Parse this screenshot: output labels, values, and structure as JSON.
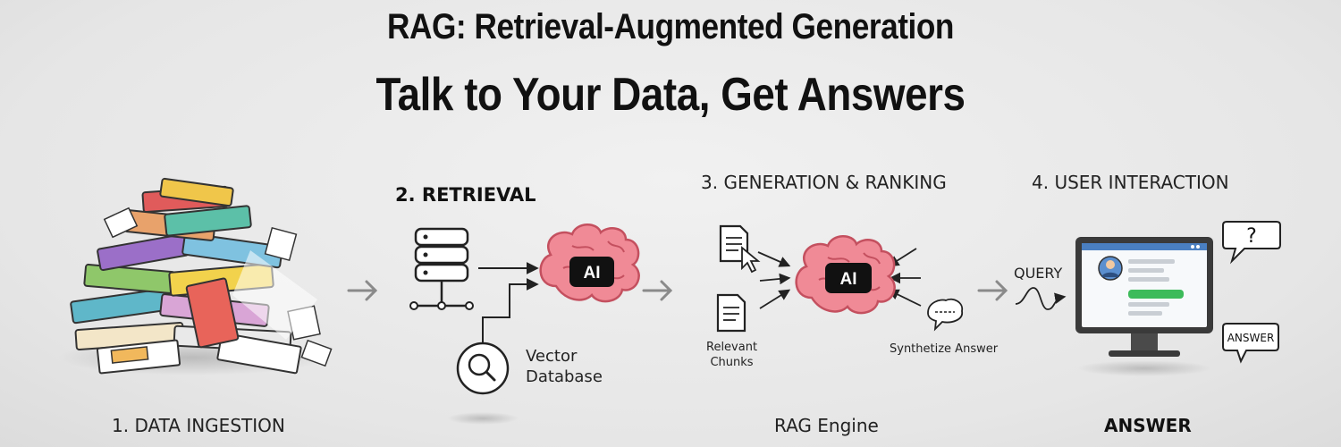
{
  "title": "RAG: Retrieval-Augmented Generation",
  "subtitle": "Talk to Your Data, Get Answers",
  "steps": {
    "ingestion": "1. DATA INGESTION",
    "retrieval": "2. RETRIEVAL",
    "generation": "3. GENERATION & RANKING",
    "interaction": "4. USER INTERACTION"
  },
  "retrieval": {
    "vector_db": "Vector\nDatabase",
    "ai_badge": "AI"
  },
  "generation": {
    "relevant_chunks": "Relevant\nChunks",
    "synthesize": "Synthetize Answer",
    "ai_badge": "AI",
    "engine": "RAG Engine"
  },
  "interaction": {
    "query": "QUERY",
    "question_mark": "?",
    "answer_bubble": "ANSWER",
    "answer_footer": "ANSWER"
  },
  "colors": {
    "brain": "#f08a96",
    "brain_dark": "#c4505f",
    "arrow": "#8a8a8a",
    "screen_green": "#3dbb5a",
    "avatar": "#5b8fcf"
  }
}
